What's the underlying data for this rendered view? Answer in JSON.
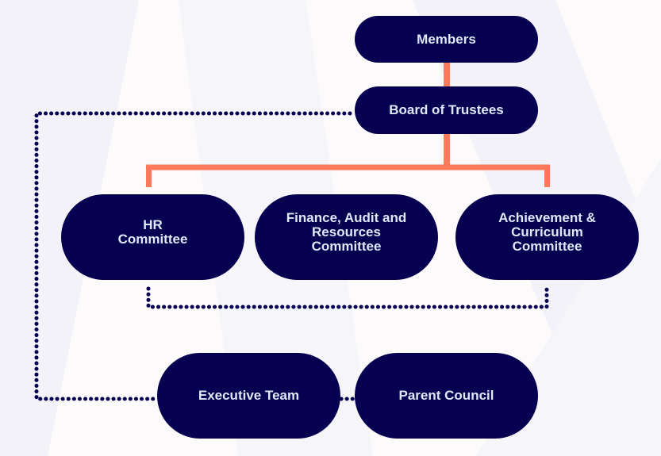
{
  "diagram": {
    "type": "org-chart",
    "colors": {
      "node_fill": "#05004f",
      "node_text": "#dde9f7",
      "solid_connector": "#fe7a5b",
      "dotted_connector": "#05004f",
      "background": "#fdfafc",
      "background_band": "#f3f2f8"
    },
    "nodes": {
      "members": "Members",
      "board": "Board of Trustees",
      "hr": "HR\nCommittee",
      "finance": "Finance, Audit and\nResources\nCommittee",
      "achievement": "Achievement &\nCurriculum\nCommittee",
      "executive": "Executive Team",
      "parent": "Parent Council"
    },
    "edges": [
      {
        "from": "members",
        "to": "board",
        "style": "solid"
      },
      {
        "from": "board",
        "to": "hr",
        "style": "solid"
      },
      {
        "from": "board",
        "to": "achievement",
        "style": "solid"
      },
      {
        "from": "hr",
        "to": "achievement",
        "style": "dotted"
      },
      {
        "from": "board",
        "to": "executive",
        "style": "dotted"
      },
      {
        "from": "executive",
        "to": "parent",
        "style": "dotted"
      }
    ]
  }
}
